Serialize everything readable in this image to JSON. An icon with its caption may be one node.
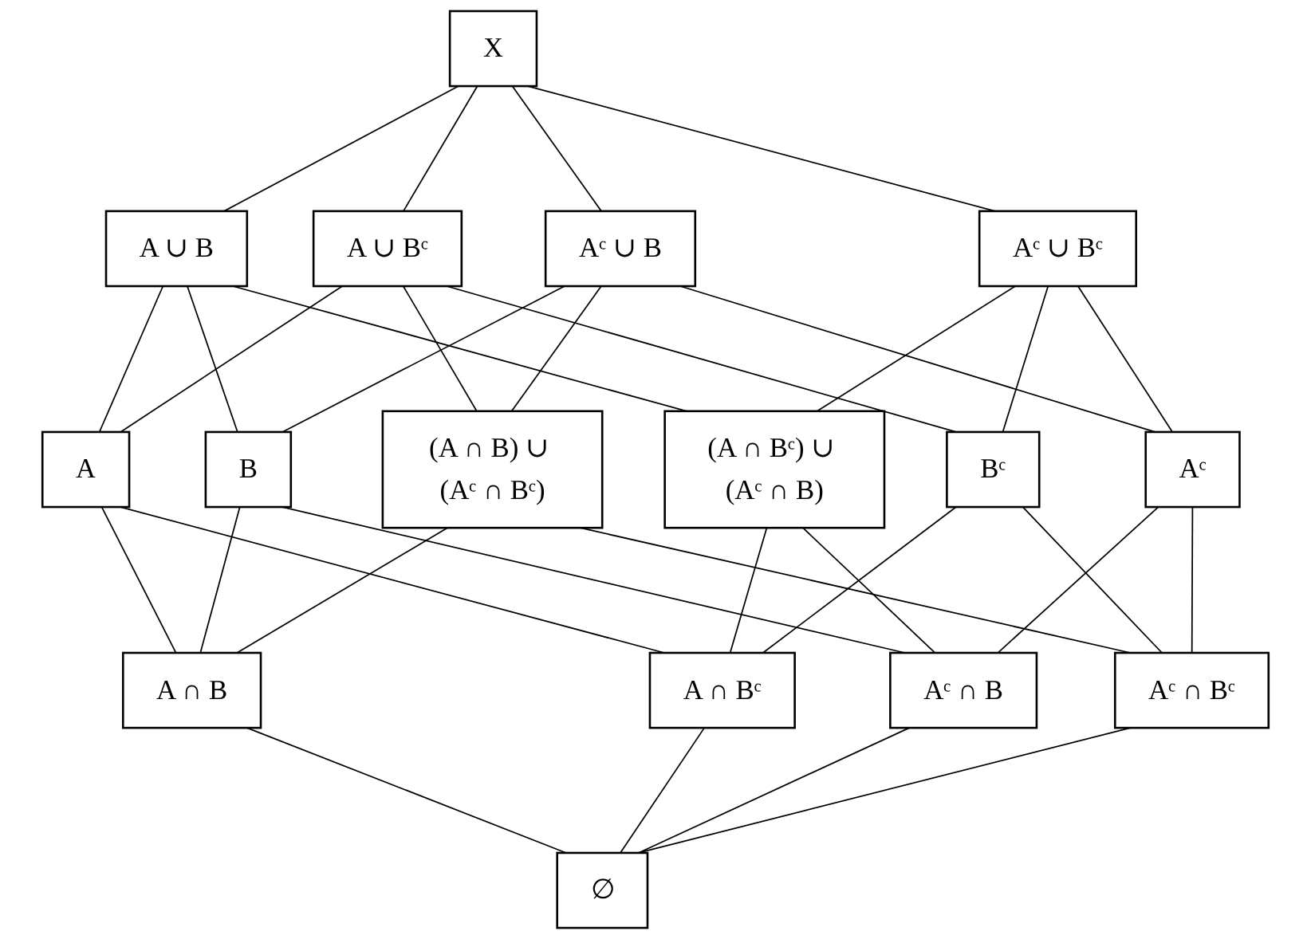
{
  "diagram": {
    "nodes": [
      {
        "text": [
          "X"
        ]
      },
      {
        "text": [
          "A ∪ B"
        ]
      },
      {
        "text": [
          "A ∪ Bᶜ"
        ]
      },
      {
        "text": [
          "Aᶜ ∪ B"
        ]
      },
      {
        "text": [
          "Aᶜ ∪ Bᶜ"
        ]
      },
      {
        "text": [
          "A"
        ]
      },
      {
        "text": [
          "B"
        ]
      },
      {
        "text": [
          "(A ∩ B) ∪ (Aᶜ ∩ Bᶜ)"
        ]
      },
      {
        "text": [
          "(A ∩ Bᶜ) ∪ (Aᶜ ∩ B)"
        ]
      },
      {
        "text": [
          "Bᶜ"
        ]
      },
      {
        "text": [
          "Aᶜ"
        ]
      },
      {
        "text": [
          "A ∩ B"
        ]
      },
      {
        "text": [
          "A ∩ Bᶜ"
        ]
      },
      {
        "text": [
          "Aᶜ ∩ B"
        ]
      },
      {
        "text": [
          "Aᶜ ∩ Bᶜ"
        ]
      },
      {
        "text": [
          "∅"
        ]
      }
    ],
    "edges": [
      {
        "from": 0,
        "to": 1,
        "arrow": "none"
      },
      {
        "from": 0,
        "to": 2,
        "arrow": "none"
      },
      {
        "from": 0,
        "to": 3,
        "arrow": "none"
      },
      {
        "from": 0,
        "to": 4,
        "arrow": "none"
      },
      {
        "from": 1,
        "to": 5,
        "arrow": "none"
      },
      {
        "from": 1,
        "to": 6,
        "arrow": "none"
      },
      {
        "from": 1,
        "to": 8,
        "arrow": "none"
      },
      {
        "from": 2,
        "to": 5,
        "arrow": "none"
      },
      {
        "from": 2,
        "to": 7,
        "arrow": "none"
      },
      {
        "from": 2,
        "to": 9,
        "arrow": "none"
      },
      {
        "from": 3,
        "to": 6,
        "arrow": "none"
      },
      {
        "from": 3,
        "to": 7,
        "arrow": "none"
      },
      {
        "from": 3,
        "to": 10,
        "arrow": "none"
      },
      {
        "from": 4,
        "to": 8,
        "arrow": "none"
      },
      {
        "from": 4,
        "to": 9,
        "arrow": "none"
      },
      {
        "from": 4,
        "to": 10,
        "arrow": "none"
      },
      {
        "from": 5,
        "to": 11,
        "arrow": "none"
      },
      {
        "from": 5,
        "to": 12,
        "arrow": "none"
      },
      {
        "from": 6,
        "to": 11,
        "arrow": "none"
      },
      {
        "from": 6,
        "to": 13,
        "arrow": "none"
      },
      {
        "from": 7,
        "to": 11,
        "arrow": "none"
      },
      {
        "from": 7,
        "to": 14,
        "arrow": "none"
      },
      {
        "from": 8,
        "to": 12,
        "arrow": "none"
      },
      {
        "from": 8,
        "to": 13,
        "arrow": "none"
      },
      {
        "from": 9,
        "to": 12,
        "arrow": "none"
      },
      {
        "from": 9,
        "to": 14,
        "arrow": "none"
      },
      {
        "from": 10,
        "to": 13,
        "arrow": "none"
      },
      {
        "from": 10,
        "to": 14,
        "arrow": "none"
      },
      {
        "from": 11,
        "to": 15,
        "arrow": "none"
      },
      {
        "from": 12,
        "to": 15,
        "arrow": "none"
      },
      {
        "from": 13,
        "to": 15,
        "arrow": "none"
      },
      {
        "from": 14,
        "to": 15,
        "arrow": "none"
      }
    ]
  }
}
